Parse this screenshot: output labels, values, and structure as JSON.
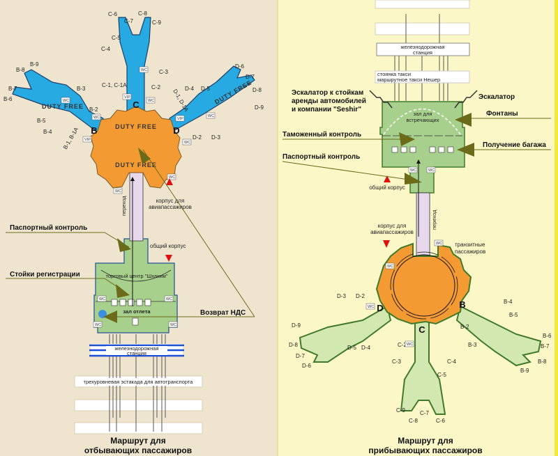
{
  "colors": {
    "departures_bg": "#efe5cf",
    "arrivals_bg": "#fcf7c6",
    "border": "#f2ea3a",
    "departures_pier": "#27a9e1",
    "departures_hub": "#f39a33",
    "departures_building": "#a7d08c",
    "arrivals_pier": "#d3e8b0",
    "arrivals_outline": "#3f7a2a",
    "corridor": "#e8d8ec",
    "callout_arrow": "#6b6b1a",
    "marker": "#e01010"
  },
  "departures": {
    "title_line1": "Маршрут для",
    "title_line2": "отбывающих пассажиров",
    "callouts": {
      "passport": "Паспортный контроль",
      "checkin": "Стойки регистрации",
      "vat": "Возврат НДС"
    },
    "labels": {
      "terminal_for_passengers_1": "корпус для",
      "terminal_for_passengers_2": "авиапассажиров",
      "common_building": "общий корпус",
      "passage": "переход",
      "mall": "торговый центр \"Шхаким\"",
      "departure_hall": "зал отлета",
      "railway_1": "железнодорожная",
      "railway_2": "станция",
      "overpass": "трехуровневая эстакада для автотранспорта",
      "duty_free": "DUTY FREE"
    },
    "piers": [
      "B",
      "C",
      "D"
    ],
    "gates": [
      "C-6",
      "C-7",
      "C-8",
      "C-9",
      "C-5",
      "C-4",
      "C-3",
      "C-2",
      "C-1, C-1A",
      "B-9",
      "B-8",
      "B-7",
      "B-6",
      "B-3",
      "B-2",
      "B-5",
      "B-4",
      "B-1, B-1A",
      "D-6",
      "D-7",
      "D-4",
      "D-5",
      "D-8",
      "D-9",
      "D-1, D-1A",
      "D-2",
      "D-3"
    ],
    "wc": "WC",
    "vip": "VIP"
  },
  "arrivals": {
    "title_line1": "Маршрут для",
    "title_line2": "прибывающих пассажиров",
    "callouts": {
      "escalator_rental_1": "Эскалатор к стойкам",
      "escalator_rental_2": "аренды автомобилей",
      "escalator_rental_3": "и компании \"Seshir\"",
      "escalator": "Эскалатор",
      "fountains": "Фонтаны",
      "customs": "Таможенный контроль",
      "baggage": "Получение багажа",
      "passport": "Паспортный контроль"
    },
    "labels": {
      "railway_1": "железнодорожная",
      "railway_2": "станция",
      "taxi_1": "стоянка такси",
      "taxi_2": "маршрутное такси Нешер",
      "greeting_hall_1": "зал для",
      "greeting_hall_2": "встречающих",
      "common_building": "общий корпус",
      "terminal_for_passengers_1": "корпус для",
      "terminal_for_passengers_2": "авиапассажиров",
      "passage": "переход",
      "transit_1": "транзитные",
      "transit_2": "пассажиров"
    },
    "piers": [
      "D",
      "C",
      "B"
    ],
    "gates": [
      "D-3",
      "D-2",
      "D-9",
      "D-8",
      "D-7",
      "D-6",
      "D-5",
      "D-4",
      "C-2",
      "C-3",
      "C-4",
      "C-5",
      "C-9",
      "C-7",
      "C-8",
      "C-6",
      "B-4",
      "B-5",
      "B-2",
      "B-3",
      "B-6",
      "B-7",
      "B-8",
      "B-9"
    ],
    "wc": "WC"
  }
}
